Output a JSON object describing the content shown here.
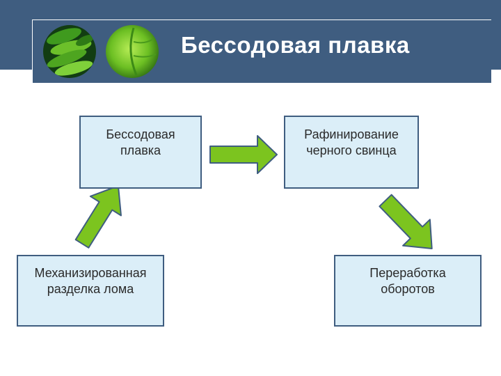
{
  "header": {
    "title": "Бессодовая плавка"
  },
  "nodes": [
    {
      "id": "n1",
      "label": "Бессодовая\nплавка"
    },
    {
      "id": "n2",
      "label": "Рафинирование\nчерного свинца"
    },
    {
      "id": "n3",
      "label": "Механизированная\nразделка лома"
    },
    {
      "id": "n4",
      "label": "Переработка\nоборотов"
    }
  ],
  "edges": [
    {
      "from": "n3",
      "to": "n1"
    },
    {
      "from": "n1",
      "to": "n2"
    },
    {
      "from": "n2",
      "to": "n4"
    }
  ],
  "colors": {
    "header_bg": "#3f5d80",
    "box_fill": "#dbeef8",
    "box_border": "#3f5d80",
    "arrow_fill": "#7cc41f",
    "arrow_border": "#3f5d80"
  }
}
